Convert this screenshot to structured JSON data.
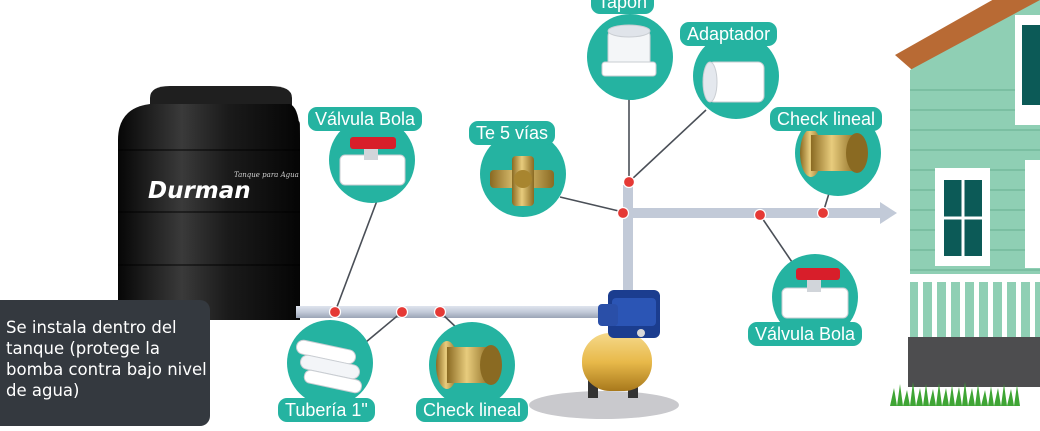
{
  "tank": {
    "brand": "Durman",
    "subtitle": "Tanque para Agua"
  },
  "note": {
    "text": "Se instala dentro del tanque (protege la bomba contra bajo nivel de agua)"
  },
  "labels": {
    "tapon": "Tapón",
    "adaptador": "Adaptador",
    "valvula_bola_top": "Válvula Bola",
    "te_5_vias": "Te 5 vías",
    "check_lineal_right": "Check lineal",
    "valvula_bola_right": "Válvula Bola",
    "tuberia": "Tubería 1\"",
    "check_lineal_bottom": "Check lineal"
  },
  "colors": {
    "teal": "#25b3a1",
    "pipe": "#c2cad8",
    "junction": "#e53935",
    "house_siding": "#8fcfb4",
    "roof": "#b86a34",
    "brass": "#c9a24a"
  }
}
